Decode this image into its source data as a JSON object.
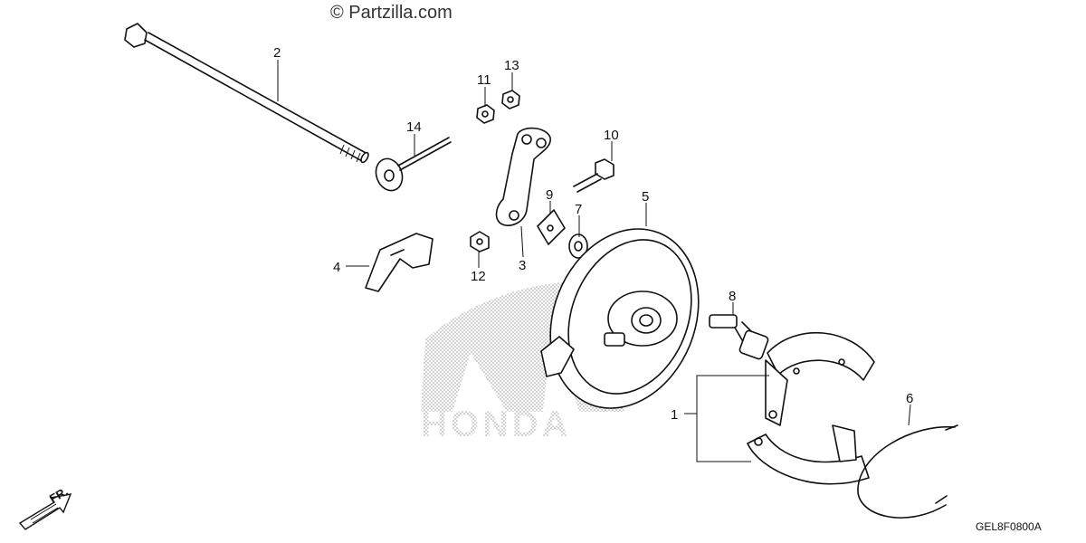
{
  "watermark": "© Partzilla.com",
  "diagram_code": "GEL8F0800A",
  "direction_mark": "FR.",
  "brand_watermark": "HONDA",
  "callouts": {
    "c1": "1",
    "c2": "2",
    "c3": "3",
    "c4": "4",
    "c5": "5",
    "c6": "6",
    "c7": "7",
    "c8": "8",
    "c9": "9",
    "c10": "10",
    "c11": "11",
    "c12": "12",
    "c13": "13",
    "c14": "14"
  }
}
